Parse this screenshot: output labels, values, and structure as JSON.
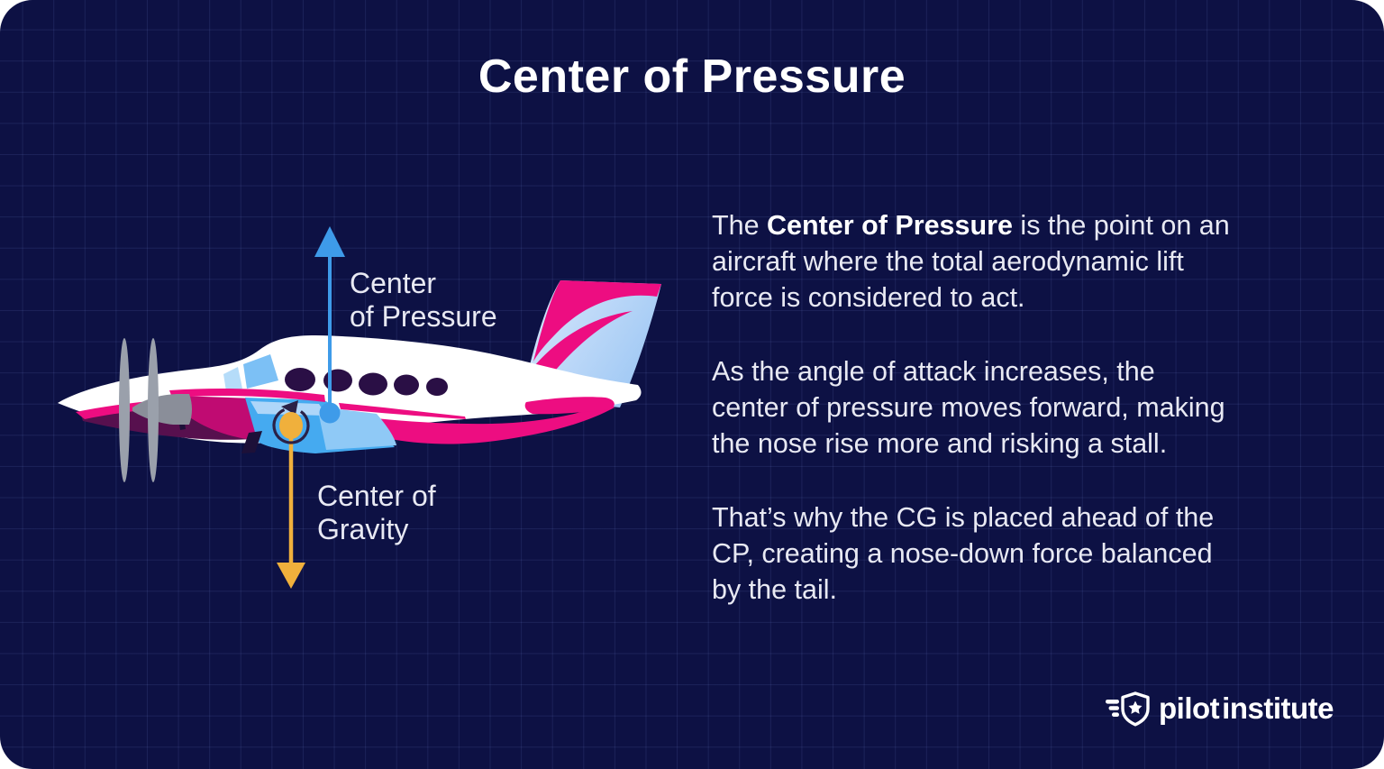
{
  "title": "Center of Pressure",
  "diagram": {
    "cp_label": "Center\nof Pressure",
    "cg_label": "Center of\nGravity",
    "cp_point_name": "center of pressure point",
    "cg_point_name": "center of gravity point"
  },
  "body": {
    "p1_pre": "The ",
    "p1_bold": "Center of Pressure",
    "p1_post": " is the point on an\naircraft where the total aerodynamic lift\nforce is considered to act.",
    "p2": "As the angle of attack increases, the\ncenter of pressure moves forward, making\nthe nose rise more and risking a stall.",
    "p3": "That’s why the CG is placed ahead of the\nCP, creating a nose-down force balanced\nby the tail."
  },
  "footer": {
    "brand_part1": "pilot",
    "brand_part2": "institute"
  },
  "colors": {
    "background": "#0d1144",
    "grid_line": "#1d2356",
    "magenta": "#ed0d81",
    "magenta_dark": "#c00b72",
    "maroon_shadow": "#57104e",
    "wing_blue": "#45aaf0",
    "wing_blue_light": "#8fc9f6",
    "tail_blue": "#bcd9f9",
    "cp_arrow_blue": "#3e9be9",
    "cg_arrow_orange": "#f0b03c",
    "text": "#e8e9f3",
    "title": "#ffffff"
  }
}
